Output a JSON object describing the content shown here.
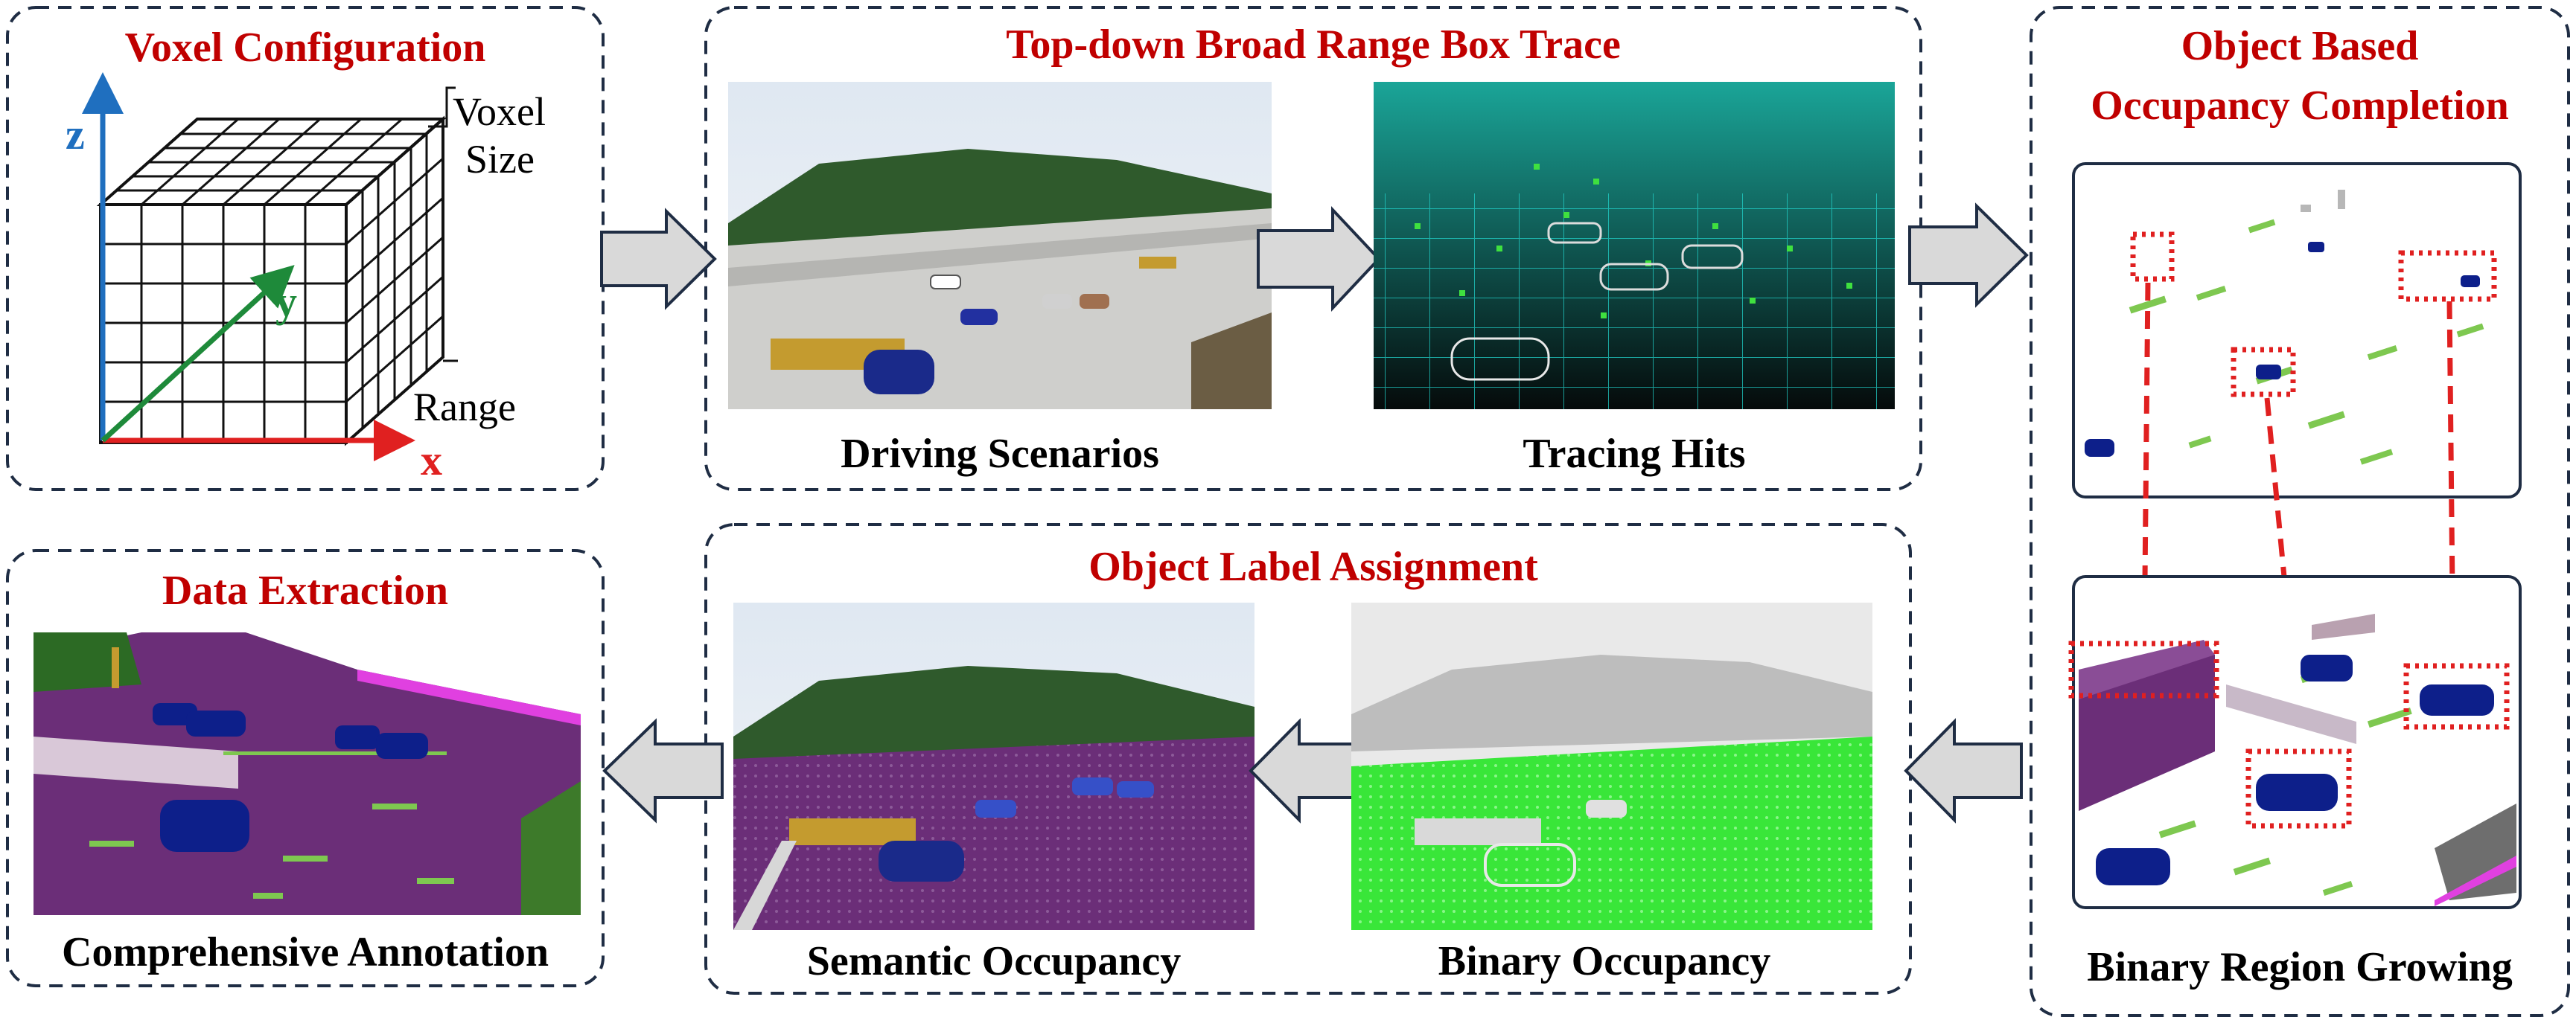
{
  "panels": {
    "voxel": {
      "title": "Voxel Configuration",
      "axis_z": "z",
      "axis_y": "y",
      "axis_x": "x",
      "voxel_size_line1": "Voxel",
      "voxel_size_line2": "Size",
      "range": "Range"
    },
    "trace": {
      "title": "Top-down Broad Range Box Trace",
      "caption_left": "Driving Scenarios",
      "caption_right": "Tracing Hits"
    },
    "completion": {
      "title_line1": "Object Based",
      "title_line2": "Occupancy Completion",
      "caption": "Binary Region Growing"
    },
    "assignment": {
      "title": "Object Label Assignment",
      "caption_left": "Semantic Occupancy",
      "caption_right": "Binary Occupancy"
    },
    "extraction": {
      "title": "Data Extraction",
      "caption": "Comprehensive Annotation"
    }
  },
  "colors": {
    "title": "#c00000",
    "panel_border": "#1f2d44",
    "axis_z": "#1f6fbf",
    "axis_y": "#1e8a3a",
    "axis_x": "#e02020",
    "semantic_purple": "#6b2e78",
    "binary_green": "#39e639",
    "vehicle_blue": "#0d1f8a"
  },
  "icons": [
    "process-arrow-right-icon",
    "process-arrow-left-icon",
    "process-arrow-down-icon"
  ]
}
